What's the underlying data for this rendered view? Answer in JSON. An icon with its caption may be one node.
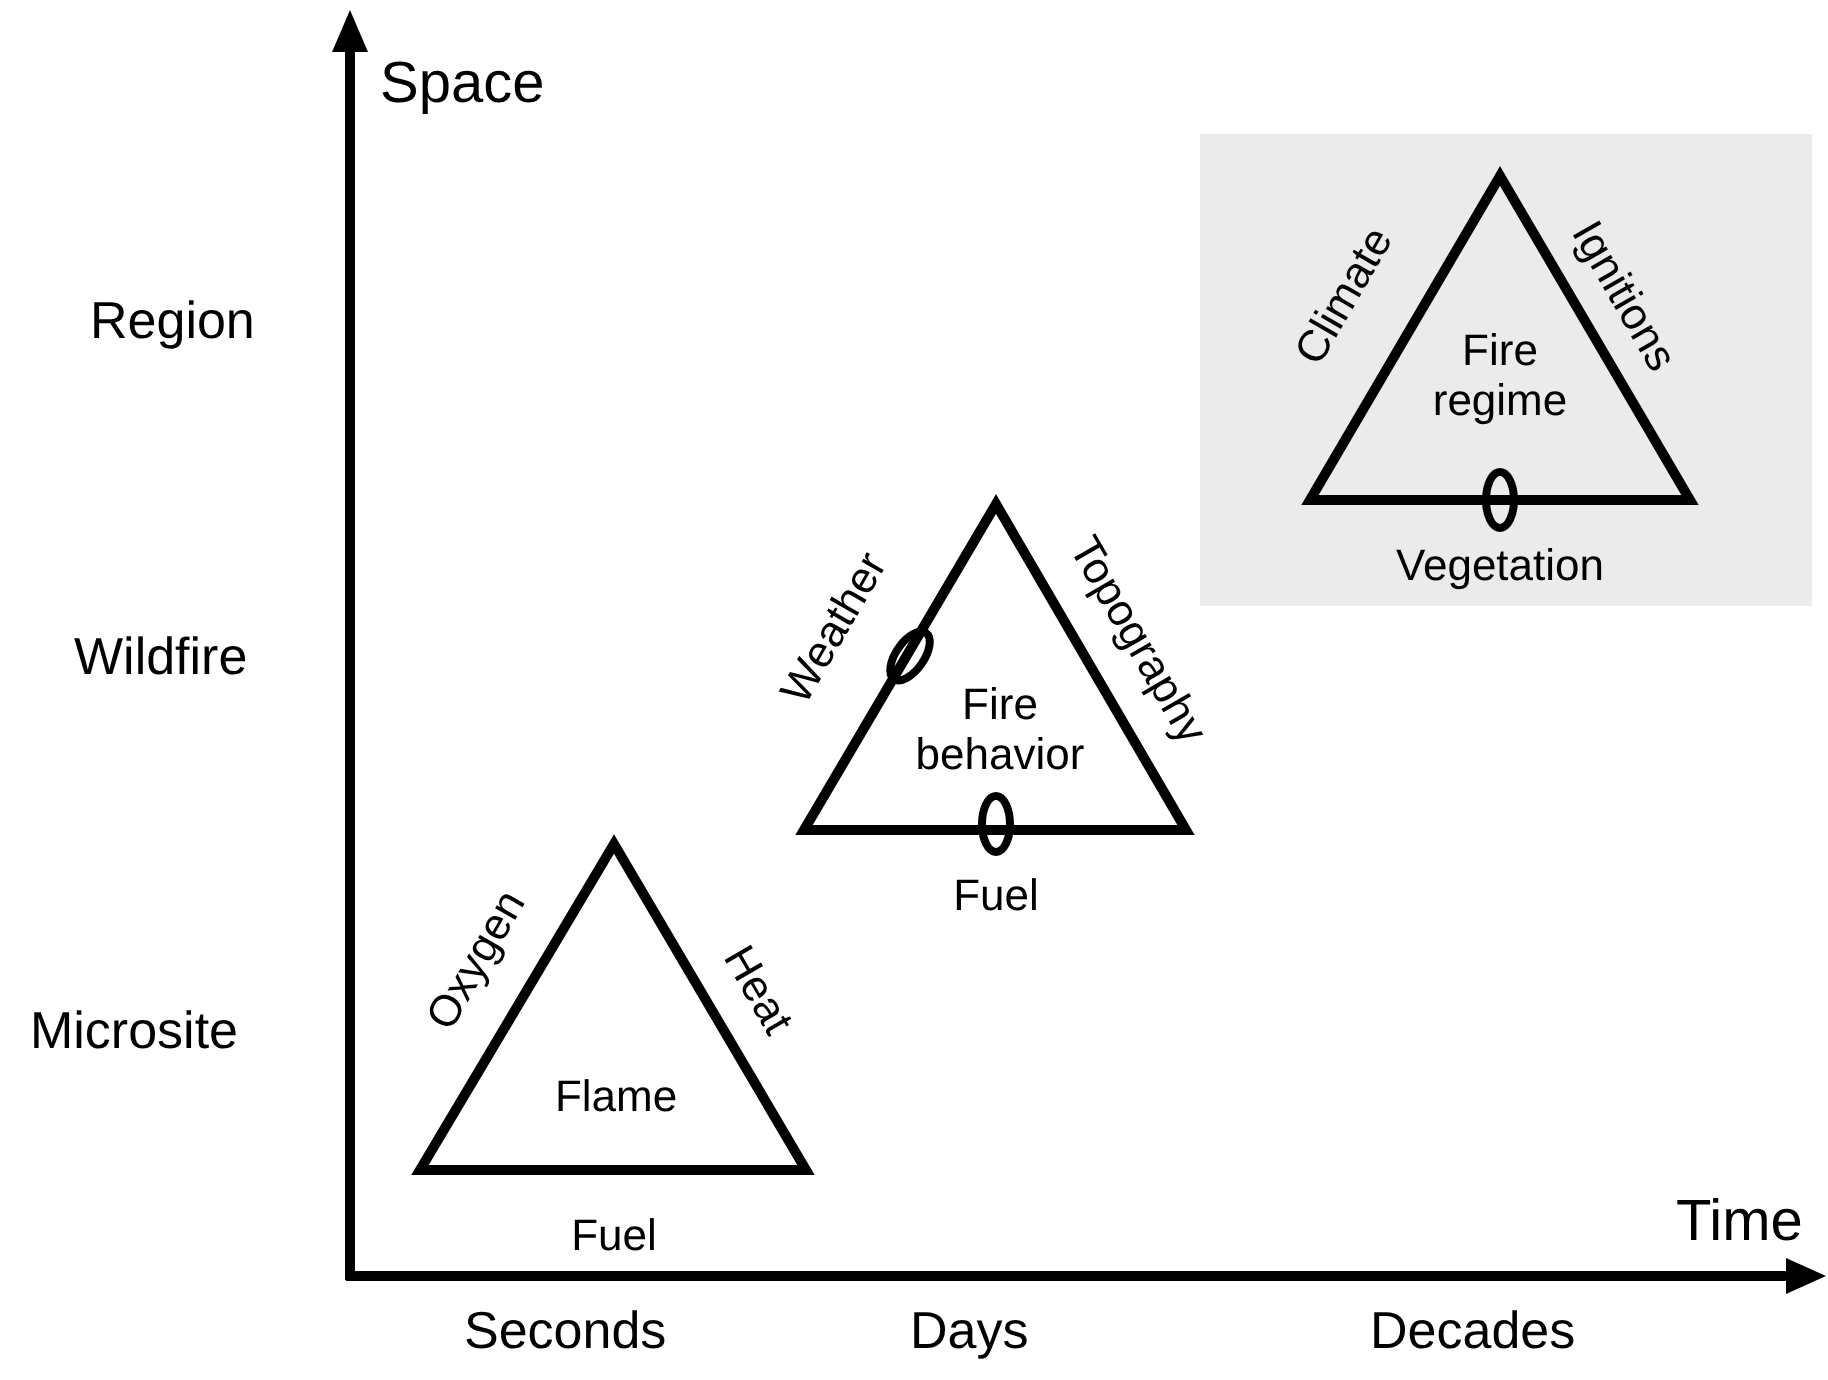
{
  "diagram": {
    "nodes": [
      {
        "text": [
          "Fire regime"
        ],
        "beside": [
          "Climate",
          "Ignitions",
          "Vegetation"
        ]
      },
      {
        "text": [
          "Fire behavior"
        ],
        "beside": [
          "Weather",
          "Topography",
          "Fuel"
        ]
      },
      {
        "text": [
          "Flame"
        ],
        "beside": [
          "Oxygen",
          "Heat",
          "Fuel"
        ]
      }
    ],
    "edges": [],
    "labels": [
      "Space",
      "Region",
      "Wildfire",
      "Microsite",
      "Time",
      "Seconds",
      "Days",
      "Decades"
    ]
  }
}
